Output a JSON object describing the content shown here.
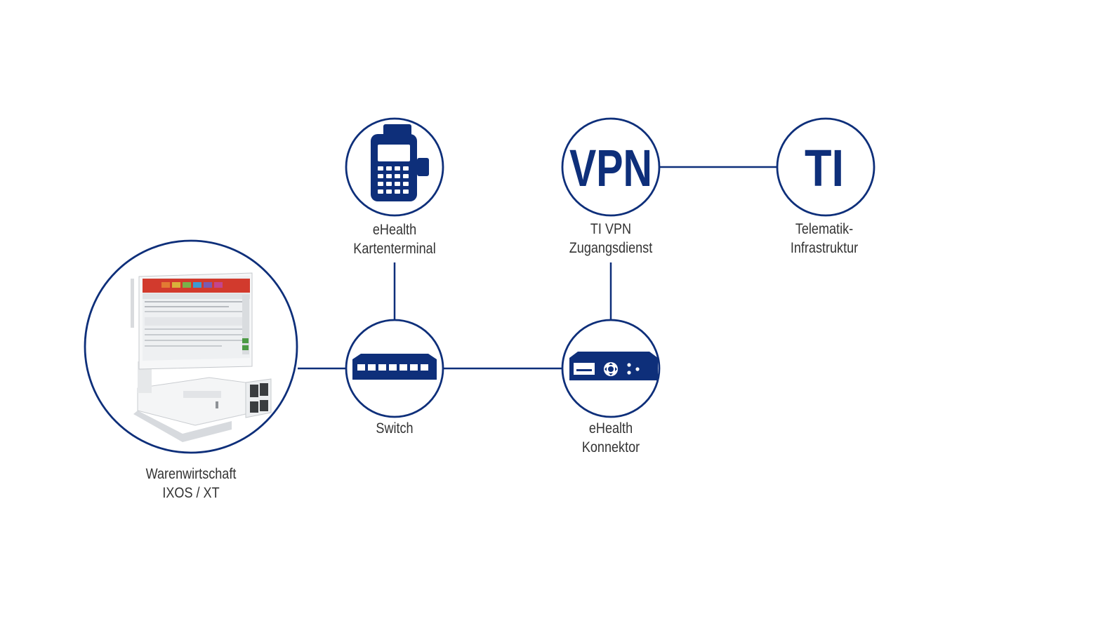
{
  "colors": {
    "brand_blue": "#0e2f7a",
    "text": "#333333",
    "background": "#ffffff"
  },
  "nodes": {
    "kartenterminal": {
      "icon": "card-terminal-icon",
      "label_line1": "eHealth",
      "label_line2": "Kartenterminal"
    },
    "vpn": {
      "icon": "vpn-icon",
      "icon_text": "VPN",
      "label_line1": "TI VPN",
      "label_line2": "Zugangsdienst"
    },
    "ti": {
      "icon": "ti-icon",
      "icon_text": "TI",
      "label_line1": "Telematik-",
      "label_line2": "Infrastruktur"
    },
    "warenwirtschaft": {
      "icon": "pos-terminal-icon",
      "label_line1": "Warenwirtschaft",
      "label_line2": "IXOS / XT"
    },
    "switch": {
      "icon": "network-switch-icon",
      "label_line1": "Switch"
    },
    "konnektor": {
      "icon": "connector-device-icon",
      "label_line1": "eHealth",
      "label_line2": "Konnektor"
    }
  }
}
